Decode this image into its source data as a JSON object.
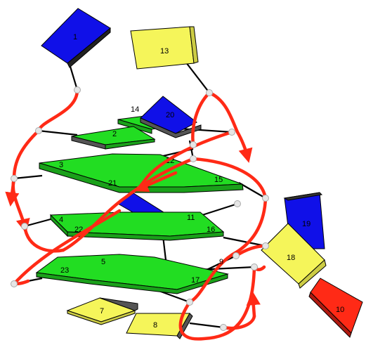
{
  "diagram": {
    "colors": {
      "sheet": "#22dd22",
      "sheet_edge": "#0a7a0a",
      "blue": "#1010e8",
      "yellow": "#f5f55a",
      "red": "#ff2a16",
      "path": "#ff2a16",
      "connector": "#000000",
      "node": "#e0e0e0"
    },
    "labels": {
      "n1": "1",
      "n2": "2",
      "n3": "3",
      "n4": "4",
      "n5": "5",
      "n7": "7",
      "n8": "8",
      "n9": "9",
      "n10": "10",
      "n11": "11",
      "n12": "12",
      "n13": "13",
      "n14": "14",
      "n15": "15",
      "n16": "16",
      "n17": "17",
      "n18": "18",
      "n19": "19",
      "n20": "20",
      "n21": "21",
      "n22": "22",
      "n23": "23"
    }
  }
}
